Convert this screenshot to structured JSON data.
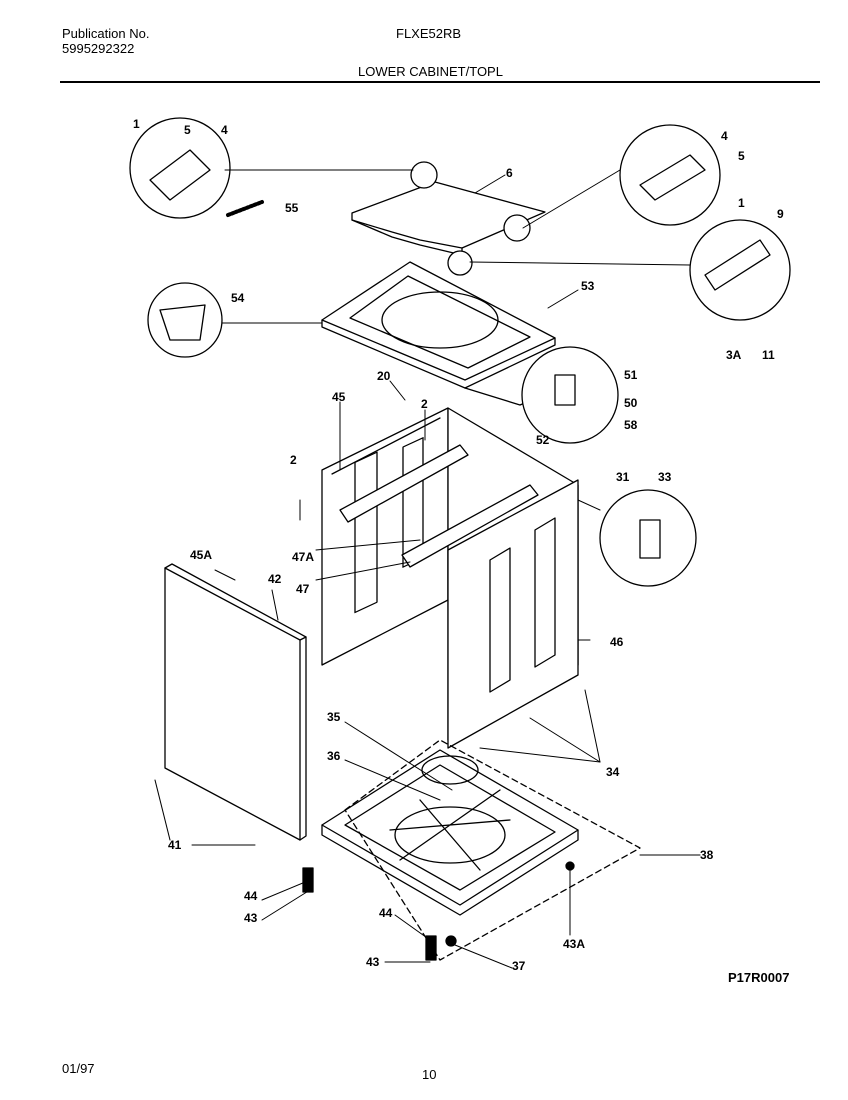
{
  "header": {
    "publication_label": "Publication No.",
    "publication_number": "5995292322",
    "model": "FLXE52RB",
    "section_title": "LOWER CABINET/TOPL"
  },
  "footer": {
    "date": "01/97",
    "page_number": "10"
  },
  "diagram": {
    "drawing_number": "P17R0007",
    "callouts": {
      "c1a": "1",
      "c5a": "5",
      "c4a": "4",
      "c55": "55",
      "c6": "6",
      "c4b": "4",
      "c5b": "5",
      "c1b": "1",
      "c9": "9",
      "c54": "54",
      "c53": "53",
      "c3a": "3A",
      "c11": "11",
      "c20": "20",
      "c45": "45",
      "c2a": "2",
      "c51": "51",
      "c50": "50",
      "c52": "52",
      "c58": "58",
      "c2b": "2",
      "c31": "31",
      "c33": "33",
      "c47a": "47A",
      "c45a": "45A",
      "c42": "42",
      "c47": "47",
      "c46": "46",
      "c35": "35",
      "c36": "36",
      "c34": "34",
      "c38": "38",
      "c41": "41",
      "c44a": "44",
      "c43a": "43",
      "c44b": "44",
      "c43b": "43",
      "c37": "37",
      "c43A": "43A"
    }
  }
}
